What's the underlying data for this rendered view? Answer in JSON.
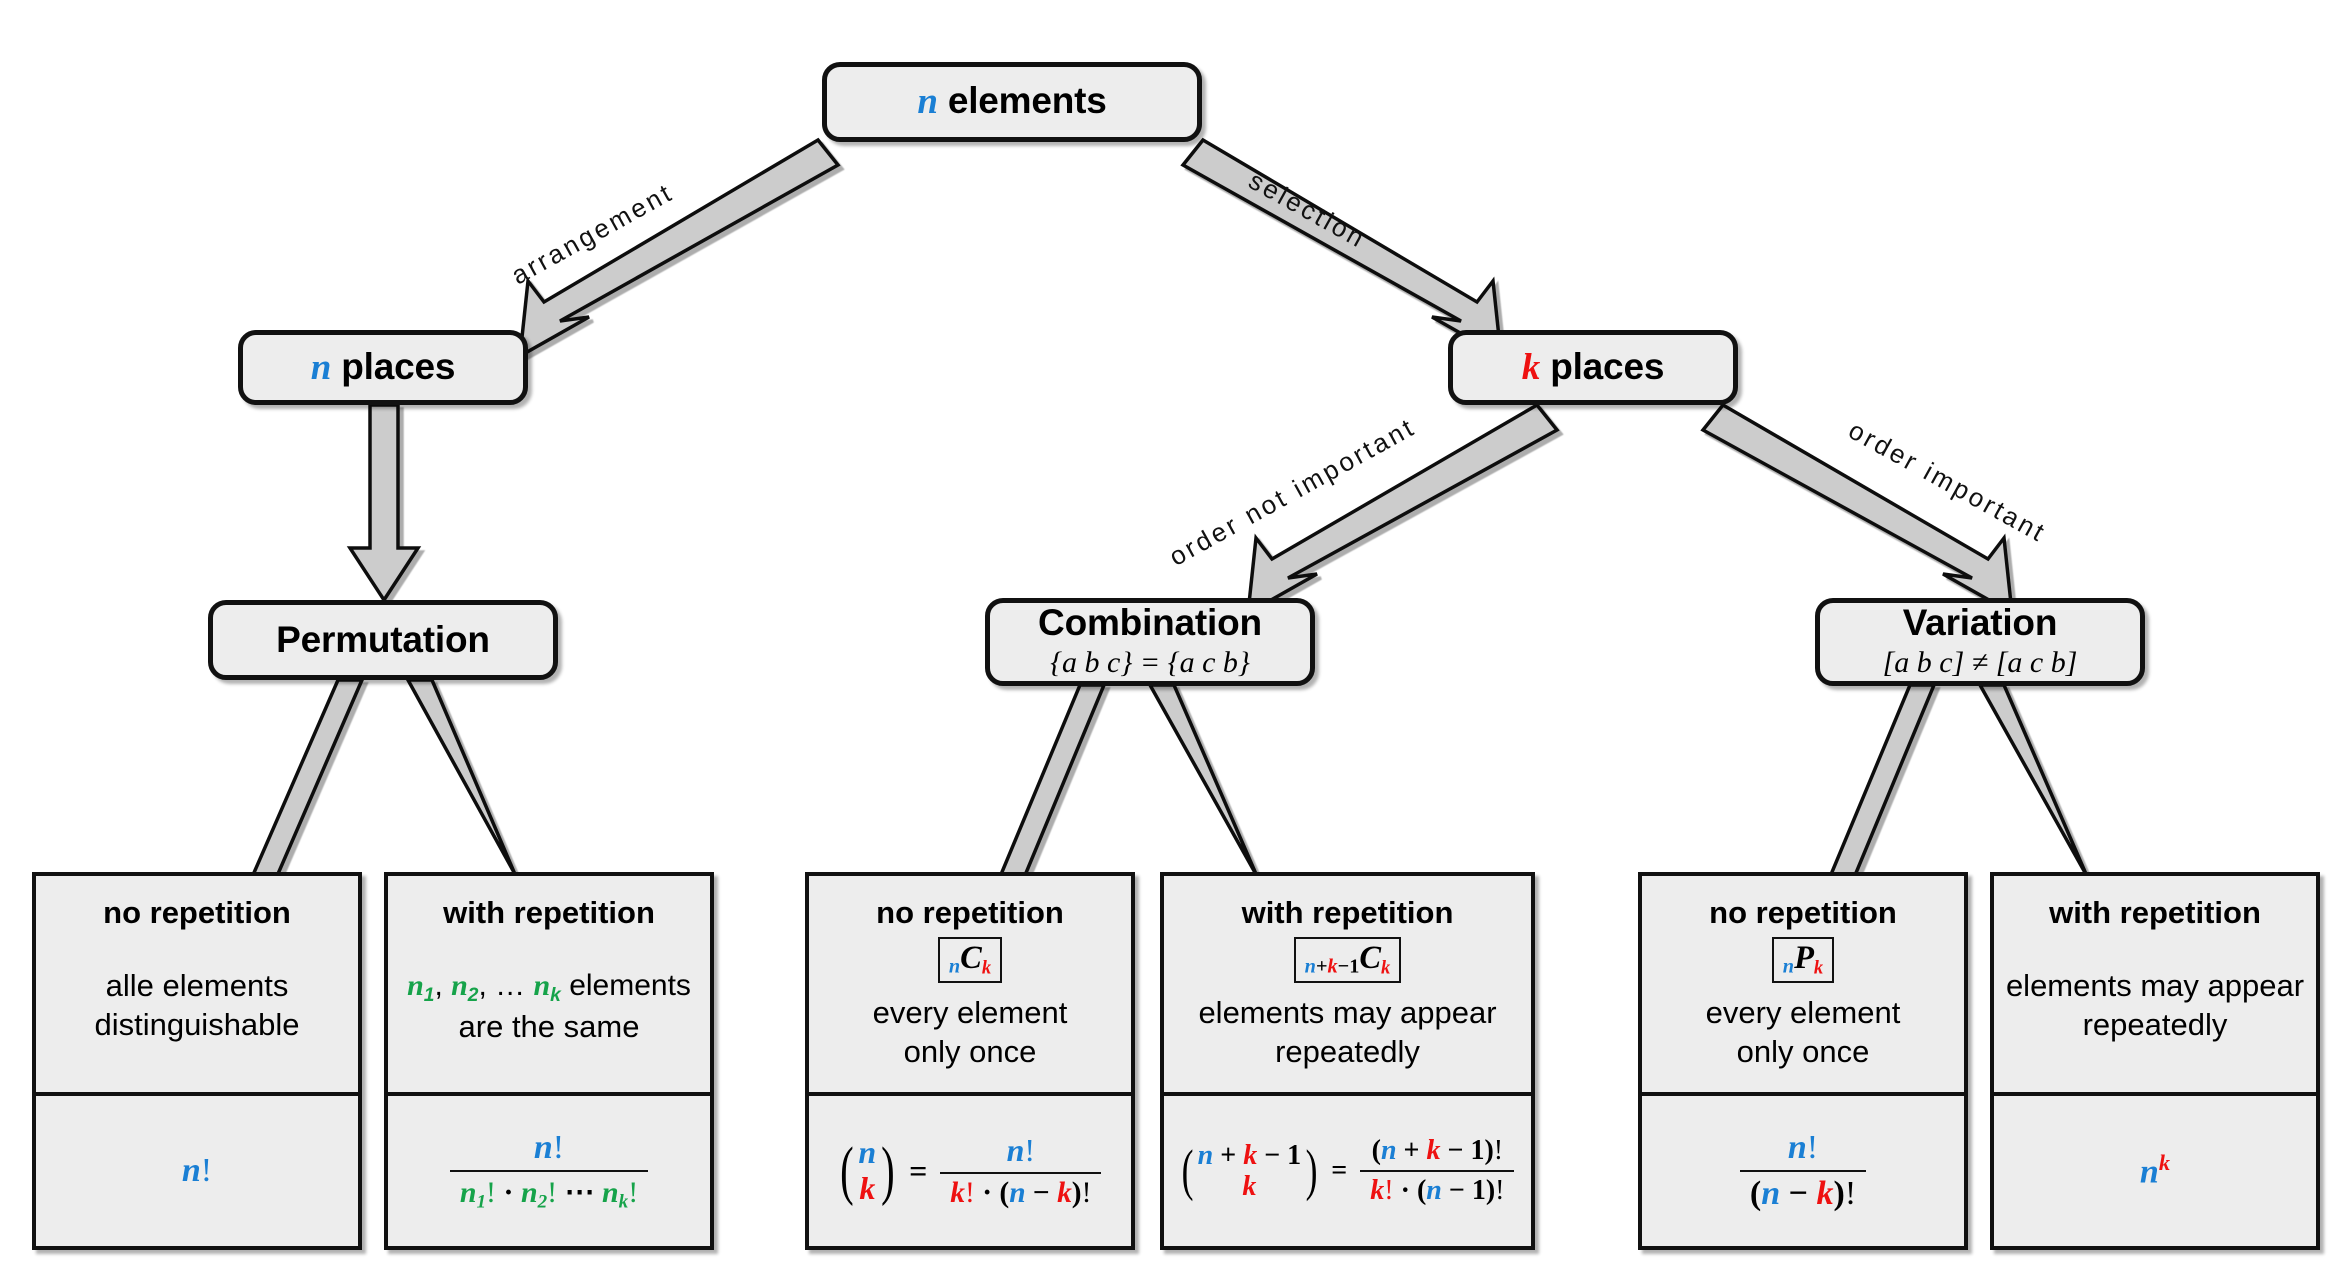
{
  "diagram": {
    "title": "Combinatorics decision tree",
    "colors": {
      "n_color": "#1a7fd4",
      "k_color": "#ee1111",
      "group_color": "#16a34a",
      "box_fill": "#ededed",
      "box_border": "#111111",
      "arrow_fill": "#cccccc",
      "background": "#ffffff"
    }
  },
  "root": {
    "symbol": "n",
    "label": "elements"
  },
  "edges": {
    "arrangement": "arrangement",
    "selection": "selection",
    "order_not_important": "order not important",
    "order_important": "order important"
  },
  "places": {
    "left": {
      "symbol": "n",
      "label": "places"
    },
    "right": {
      "symbol": "k",
      "label": "places"
    }
  },
  "categories": [
    {
      "name": "Permutation",
      "note": ""
    },
    {
      "name": "Combination",
      "note": "{a b c} = {a c b}"
    },
    {
      "name": "Variation",
      "note": "[a b c] ≠ [a c b]"
    }
  ],
  "leaves": [
    {
      "head": "no repetition",
      "symbol": "",
      "desc_line1": "alle elements",
      "desc_line2": "distinguishable",
      "formula": "n!"
    },
    {
      "head": "with repetition",
      "symbol": "",
      "desc_line1": "n₁, n₂, … nₖ elements",
      "desc_line2": "are the same",
      "formula": "n! / (n₁! · n₂! ⋯ nₖ!)"
    },
    {
      "head": "no repetition",
      "symbol": "nCk",
      "desc_line1": "every element",
      "desc_line2": "only once",
      "formula": "(n k) = n! / (k! · (n − k)!)"
    },
    {
      "head": "with repetition",
      "symbol": "n+k−1Ck",
      "desc_line1": "elements may appear",
      "desc_line2": "repeatedly",
      "formula": "(n+k−1 k) = (n + k − 1)! / (k! · (n − 1)!)"
    },
    {
      "head": "no repetition",
      "symbol": "nPk",
      "desc_line1": "every element",
      "desc_line2": "only once",
      "formula": "n! / (n − k)!"
    },
    {
      "head": "with repetition",
      "symbol": "",
      "desc_line1": "elements may appear",
      "desc_line2": "repeatedly",
      "formula": "n^k"
    }
  ],
  "math_tokens": {
    "n": "n",
    "k": "k",
    "C": "C",
    "P": "P",
    "one": "1",
    "bang": "!",
    "plus": "+",
    "minus": "−",
    "dot": "·",
    "equals": "=",
    "ellipsis": "⋯",
    "sub1": "1",
    "sub2": "2",
    "n1": "n",
    "n2": "n",
    "nk": "n",
    "elements_word": "elements"
  }
}
